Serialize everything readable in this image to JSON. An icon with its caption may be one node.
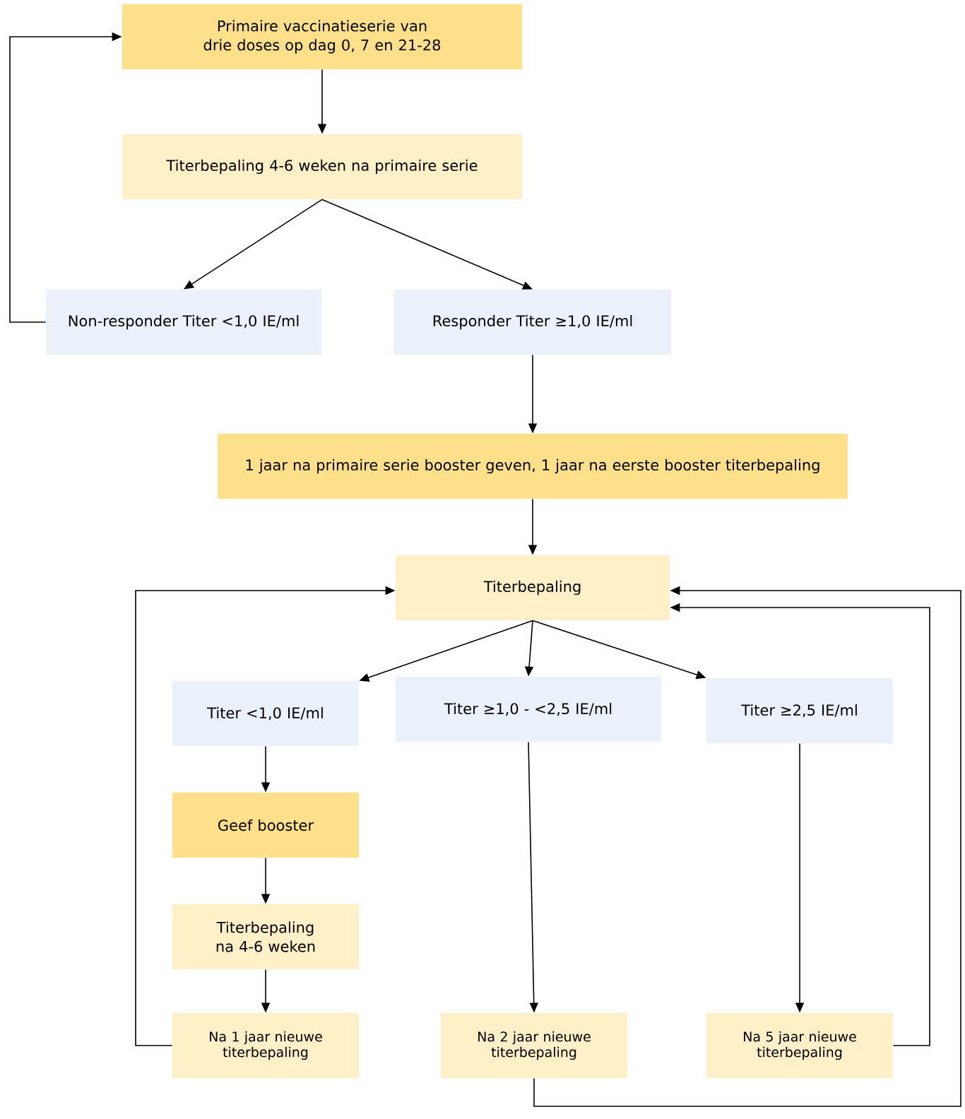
{
  "diagram": {
    "nodes": [
      {
        "text": [
          "Primaire vaccinatieserie van drie doses op dag 0, 7 en 21-28"
        ]
      },
      {
        "text": [
          "Titerbepaling 4-6 weken na primaire serie"
        ]
      },
      {
        "text": [
          "Non-responder Titer <1,0 IE/ml"
        ]
      },
      {
        "text": [
          "Responder Titer ≥1,0 IE/ml"
        ]
      },
      {
        "text": [
          "1 jaar na primaire serie booster geven, 1 jaar na eerste booster titerbepaling"
        ]
      },
      {
        "text": [
          "Titerbepaling"
        ]
      },
      {
        "text": [
          "Titer <1,0 IE/ml"
        ]
      },
      {
        "text": [
          "Titer ≥1,0 - <2,5 IE/ml"
        ]
      },
      {
        "text": [
          "Titer ≥2,5 IE/ml"
        ]
      },
      {
        "text": [
          "Geef booster"
        ]
      },
      {
        "text": [
          "Titerbepaling na 4-6 weken"
        ]
      },
      {
        "text": [
          "Na 1 jaar nieuwe titerbepaling"
        ]
      },
      {
        "text": [
          "Na 2 jaar nieuwe titerbepaling"
        ]
      },
      {
        "text": [
          "Na 5 jaar nieuwe titerbepaling"
        ]
      }
    ],
    "edges": [
      {
        "from": 0,
        "to": 1,
        "arrow": "to"
      },
      {
        "from": 1,
        "to": 2,
        "arrow": "to"
      },
      {
        "from": 1,
        "to": 3,
        "arrow": "to"
      },
      {
        "from": 2,
        "to": 0,
        "arrow": "to"
      },
      {
        "from": 3,
        "to": 4,
        "arrow": "to"
      },
      {
        "from": 4,
        "to": 5,
        "arrow": "to"
      },
      {
        "from": 5,
        "to": 6,
        "arrow": "to"
      },
      {
        "from": 5,
        "to": 7,
        "arrow": "to"
      },
      {
        "from": 5,
        "to": 8,
        "arrow": "to"
      },
      {
        "from": 6,
        "to": 9,
        "arrow": "to"
      },
      {
        "from": 9,
        "to": 10,
        "arrow": "to"
      },
      {
        "from": 10,
        "to": 11,
        "arrow": "to"
      },
      {
        "from": 11,
        "to": 5,
        "arrow": "to"
      },
      {
        "from": 7,
        "to": 12,
        "arrow": "to"
      },
      {
        "from": 8,
        "to": 13,
        "arrow": "to"
      },
      {
        "from": 12,
        "to": 5,
        "arrow": "to"
      },
      {
        "from": 13,
        "to": 5,
        "arrow": "to"
      }
    ]
  }
}
